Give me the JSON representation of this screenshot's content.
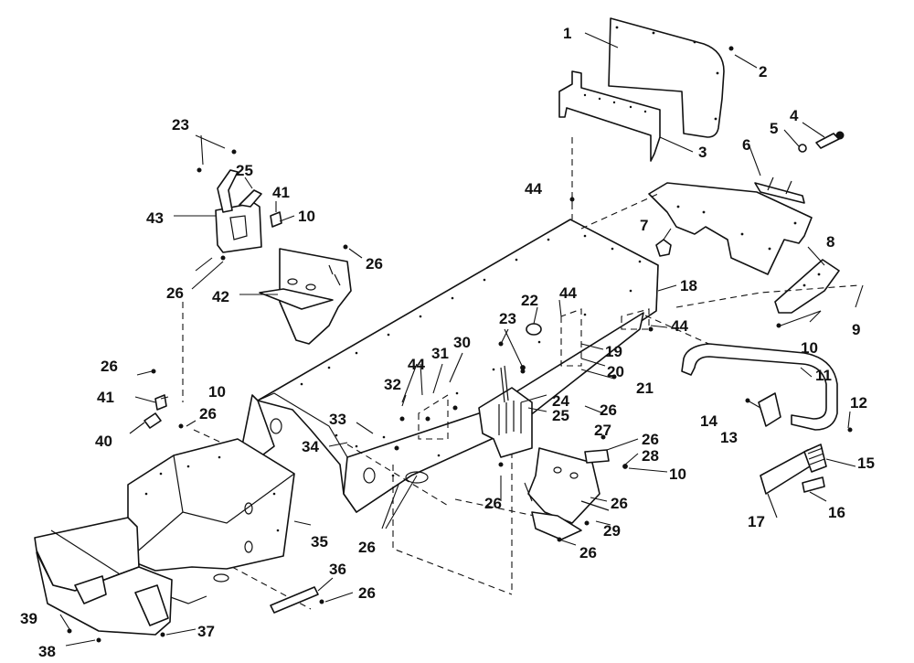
{
  "diagram": {
    "colors": {
      "ink": "#111111",
      "paper": "#ffffff"
    },
    "callouts": [
      {
        "id": "c1",
        "text": "1"
      },
      {
        "id": "c2",
        "text": "2"
      },
      {
        "id": "c3",
        "text": "3"
      },
      {
        "id": "c4",
        "text": "4"
      },
      {
        "id": "c5",
        "text": "5"
      },
      {
        "id": "c6",
        "text": "6"
      },
      {
        "id": "c7",
        "text": "7"
      },
      {
        "id": "c8",
        "text": "8"
      },
      {
        "id": "c9",
        "text": "9"
      },
      {
        "id": "c10a",
        "text": "10"
      },
      {
        "id": "c10b",
        "text": "10"
      },
      {
        "id": "c10c",
        "text": "10"
      },
      {
        "id": "c10d",
        "text": "10"
      },
      {
        "id": "c11",
        "text": "11"
      },
      {
        "id": "c12",
        "text": "12"
      },
      {
        "id": "c13",
        "text": "13"
      },
      {
        "id": "c14",
        "text": "14"
      },
      {
        "id": "c15",
        "text": "15"
      },
      {
        "id": "c16",
        "text": "16"
      },
      {
        "id": "c17",
        "text": "17"
      },
      {
        "id": "c18",
        "text": "18"
      },
      {
        "id": "c19",
        "text": "19"
      },
      {
        "id": "c20",
        "text": "20"
      },
      {
        "id": "c21",
        "text": "21"
      },
      {
        "id": "c22",
        "text": "22"
      },
      {
        "id": "c23a",
        "text": "23"
      },
      {
        "id": "c23b",
        "text": "23"
      },
      {
        "id": "c24",
        "text": "24"
      },
      {
        "id": "c25a",
        "text": "25"
      },
      {
        "id": "c25b",
        "text": "25"
      },
      {
        "id": "c26a",
        "text": "26"
      },
      {
        "id": "c26b",
        "text": "26"
      },
      {
        "id": "c26c",
        "text": "26"
      },
      {
        "id": "c26d",
        "text": "26"
      },
      {
        "id": "c26e",
        "text": "26"
      },
      {
        "id": "c26f",
        "text": "26"
      },
      {
        "id": "c26g",
        "text": "26"
      },
      {
        "id": "c26h",
        "text": "26"
      },
      {
        "id": "c26i",
        "text": "26"
      },
      {
        "id": "c26j",
        "text": "26"
      },
      {
        "id": "c26k",
        "text": "26"
      },
      {
        "id": "c27",
        "text": "27"
      },
      {
        "id": "c28",
        "text": "28"
      },
      {
        "id": "c29",
        "text": "29"
      },
      {
        "id": "c30",
        "text": "30"
      },
      {
        "id": "c31",
        "text": "31"
      },
      {
        "id": "c32",
        "text": "32"
      },
      {
        "id": "c33",
        "text": "33"
      },
      {
        "id": "c34",
        "text": "34"
      },
      {
        "id": "c35",
        "text": "35"
      },
      {
        "id": "c36",
        "text": "36"
      },
      {
        "id": "c37",
        "text": "37"
      },
      {
        "id": "c38",
        "text": "38"
      },
      {
        "id": "c39",
        "text": "39"
      },
      {
        "id": "c40",
        "text": "40"
      },
      {
        "id": "c41a",
        "text": "41"
      },
      {
        "id": "c41b",
        "text": "41"
      },
      {
        "id": "c42",
        "text": "42"
      },
      {
        "id": "c43",
        "text": "43"
      },
      {
        "id": "c44a",
        "text": "44"
      },
      {
        "id": "c44b",
        "text": "44"
      },
      {
        "id": "c44c",
        "text": "44"
      },
      {
        "id": "c44d",
        "text": "44"
      }
    ]
  }
}
